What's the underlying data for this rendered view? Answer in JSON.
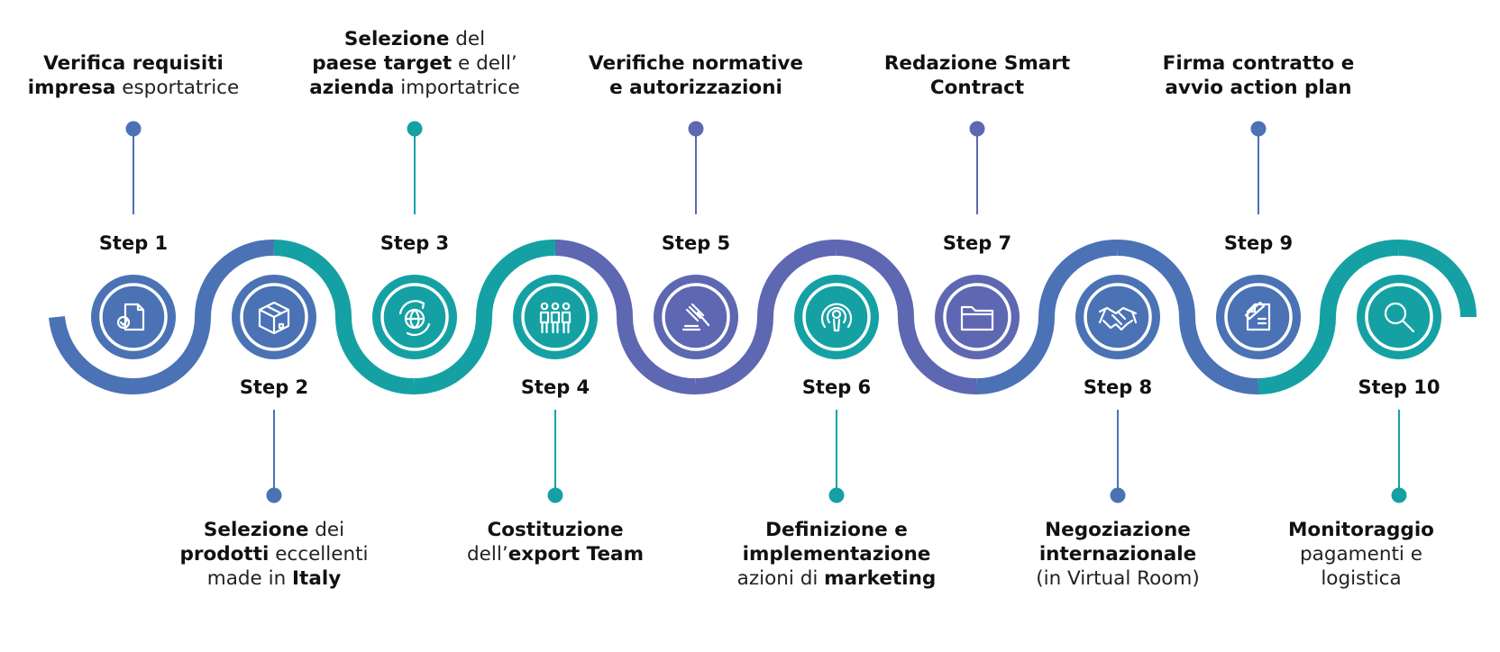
{
  "colors": {
    "blue": "#4a72b5",
    "teal": "#15a1a4",
    "purple": "#5d67b2"
  },
  "steps": [
    {
      "label": "Step 1",
      "position": "top",
      "color": "blue",
      "icon": "document-check-icon",
      "desc": [
        [
          {
            "t": "Verifica requisiti",
            "b": true
          }
        ],
        [
          {
            "t": "impresa",
            "b": true
          },
          {
            "t": " esportatrice"
          }
        ]
      ]
    },
    {
      "label": "Step 2",
      "position": "bottom",
      "color": "blue",
      "icon": "box-icon",
      "desc": [
        [
          {
            "t": "Selezione",
            "b": true
          },
          {
            "t": " dei"
          }
        ],
        [
          {
            "t": "prodotti",
            "b": true
          },
          {
            "t": " eccellenti"
          }
        ],
        [
          {
            "t": "made in "
          },
          {
            "t": "Italy",
            "b": true
          }
        ]
      ]
    },
    {
      "label": "Step 3",
      "position": "top",
      "color": "teal",
      "icon": "globe-refresh-icon",
      "desc": [
        [
          {
            "t": "Selezione",
            "b": true
          },
          {
            "t": " del"
          }
        ],
        [
          {
            "t": "paese target",
            "b": true
          },
          {
            "t": " e dell’"
          }
        ],
        [
          {
            "t": "azienda",
            "b": true
          },
          {
            "t": " importatrice"
          }
        ]
      ]
    },
    {
      "label": "Step 4",
      "position": "bottom",
      "color": "teal",
      "icon": "team-icon",
      "desc": [
        [
          {
            "t": "Costituzione",
            "b": true
          }
        ],
        [
          {
            "t": "dell’"
          },
          {
            "t": "export Team",
            "b": true
          }
        ]
      ]
    },
    {
      "label": "Step 5",
      "position": "top",
      "color": "purple",
      "icon": "gavel-icon",
      "desc": [
        [
          {
            "t": "Verifiche normative",
            "b": true
          }
        ],
        [
          {
            "t": "e autorizzazioni",
            "b": true
          }
        ]
      ]
    },
    {
      "label": "Step 6",
      "position": "bottom",
      "color": "teal",
      "icon": "podcast-icon",
      "desc": [
        [
          {
            "t": "Definizione e",
            "b": true
          }
        ],
        [
          {
            "t": "implementazione",
            "b": true
          }
        ],
        [
          {
            "t": "azioni di "
          },
          {
            "t": "marketing",
            "b": true
          }
        ]
      ]
    },
    {
      "label": "Step 7",
      "position": "top",
      "color": "purple",
      "icon": "folder-icon",
      "desc": [
        [
          {
            "t": "Redazione Smart",
            "b": true
          }
        ],
        [
          {
            "t": "Contract",
            "b": true
          }
        ]
      ]
    },
    {
      "label": "Step 8",
      "position": "bottom",
      "color": "blue",
      "icon": "handshake-icon",
      "desc": [
        [
          {
            "t": "Negoziazione",
            "b": true
          }
        ],
        [
          {
            "t": "internazionale",
            "b": true
          }
        ],
        [
          {
            "t": "(in Virtual Room)"
          }
        ]
      ]
    },
    {
      "label": "Step 9",
      "position": "top",
      "color": "blue",
      "icon": "contract-sign-icon",
      "desc": [
        [
          {
            "t": "Firma contratto e",
            "b": true
          }
        ],
        [
          {
            "t": "avvio action plan",
            "b": true
          }
        ]
      ]
    },
    {
      "label": "Step 10",
      "position": "bottom",
      "color": "teal",
      "icon": "magnifier-icon",
      "desc": [
        [
          {
            "t": "Monitoraggio",
            "b": true
          }
        ],
        [
          {
            "t": "pagamenti e"
          }
        ],
        [
          {
            "t": "logistica"
          }
        ]
      ]
    }
  ]
}
